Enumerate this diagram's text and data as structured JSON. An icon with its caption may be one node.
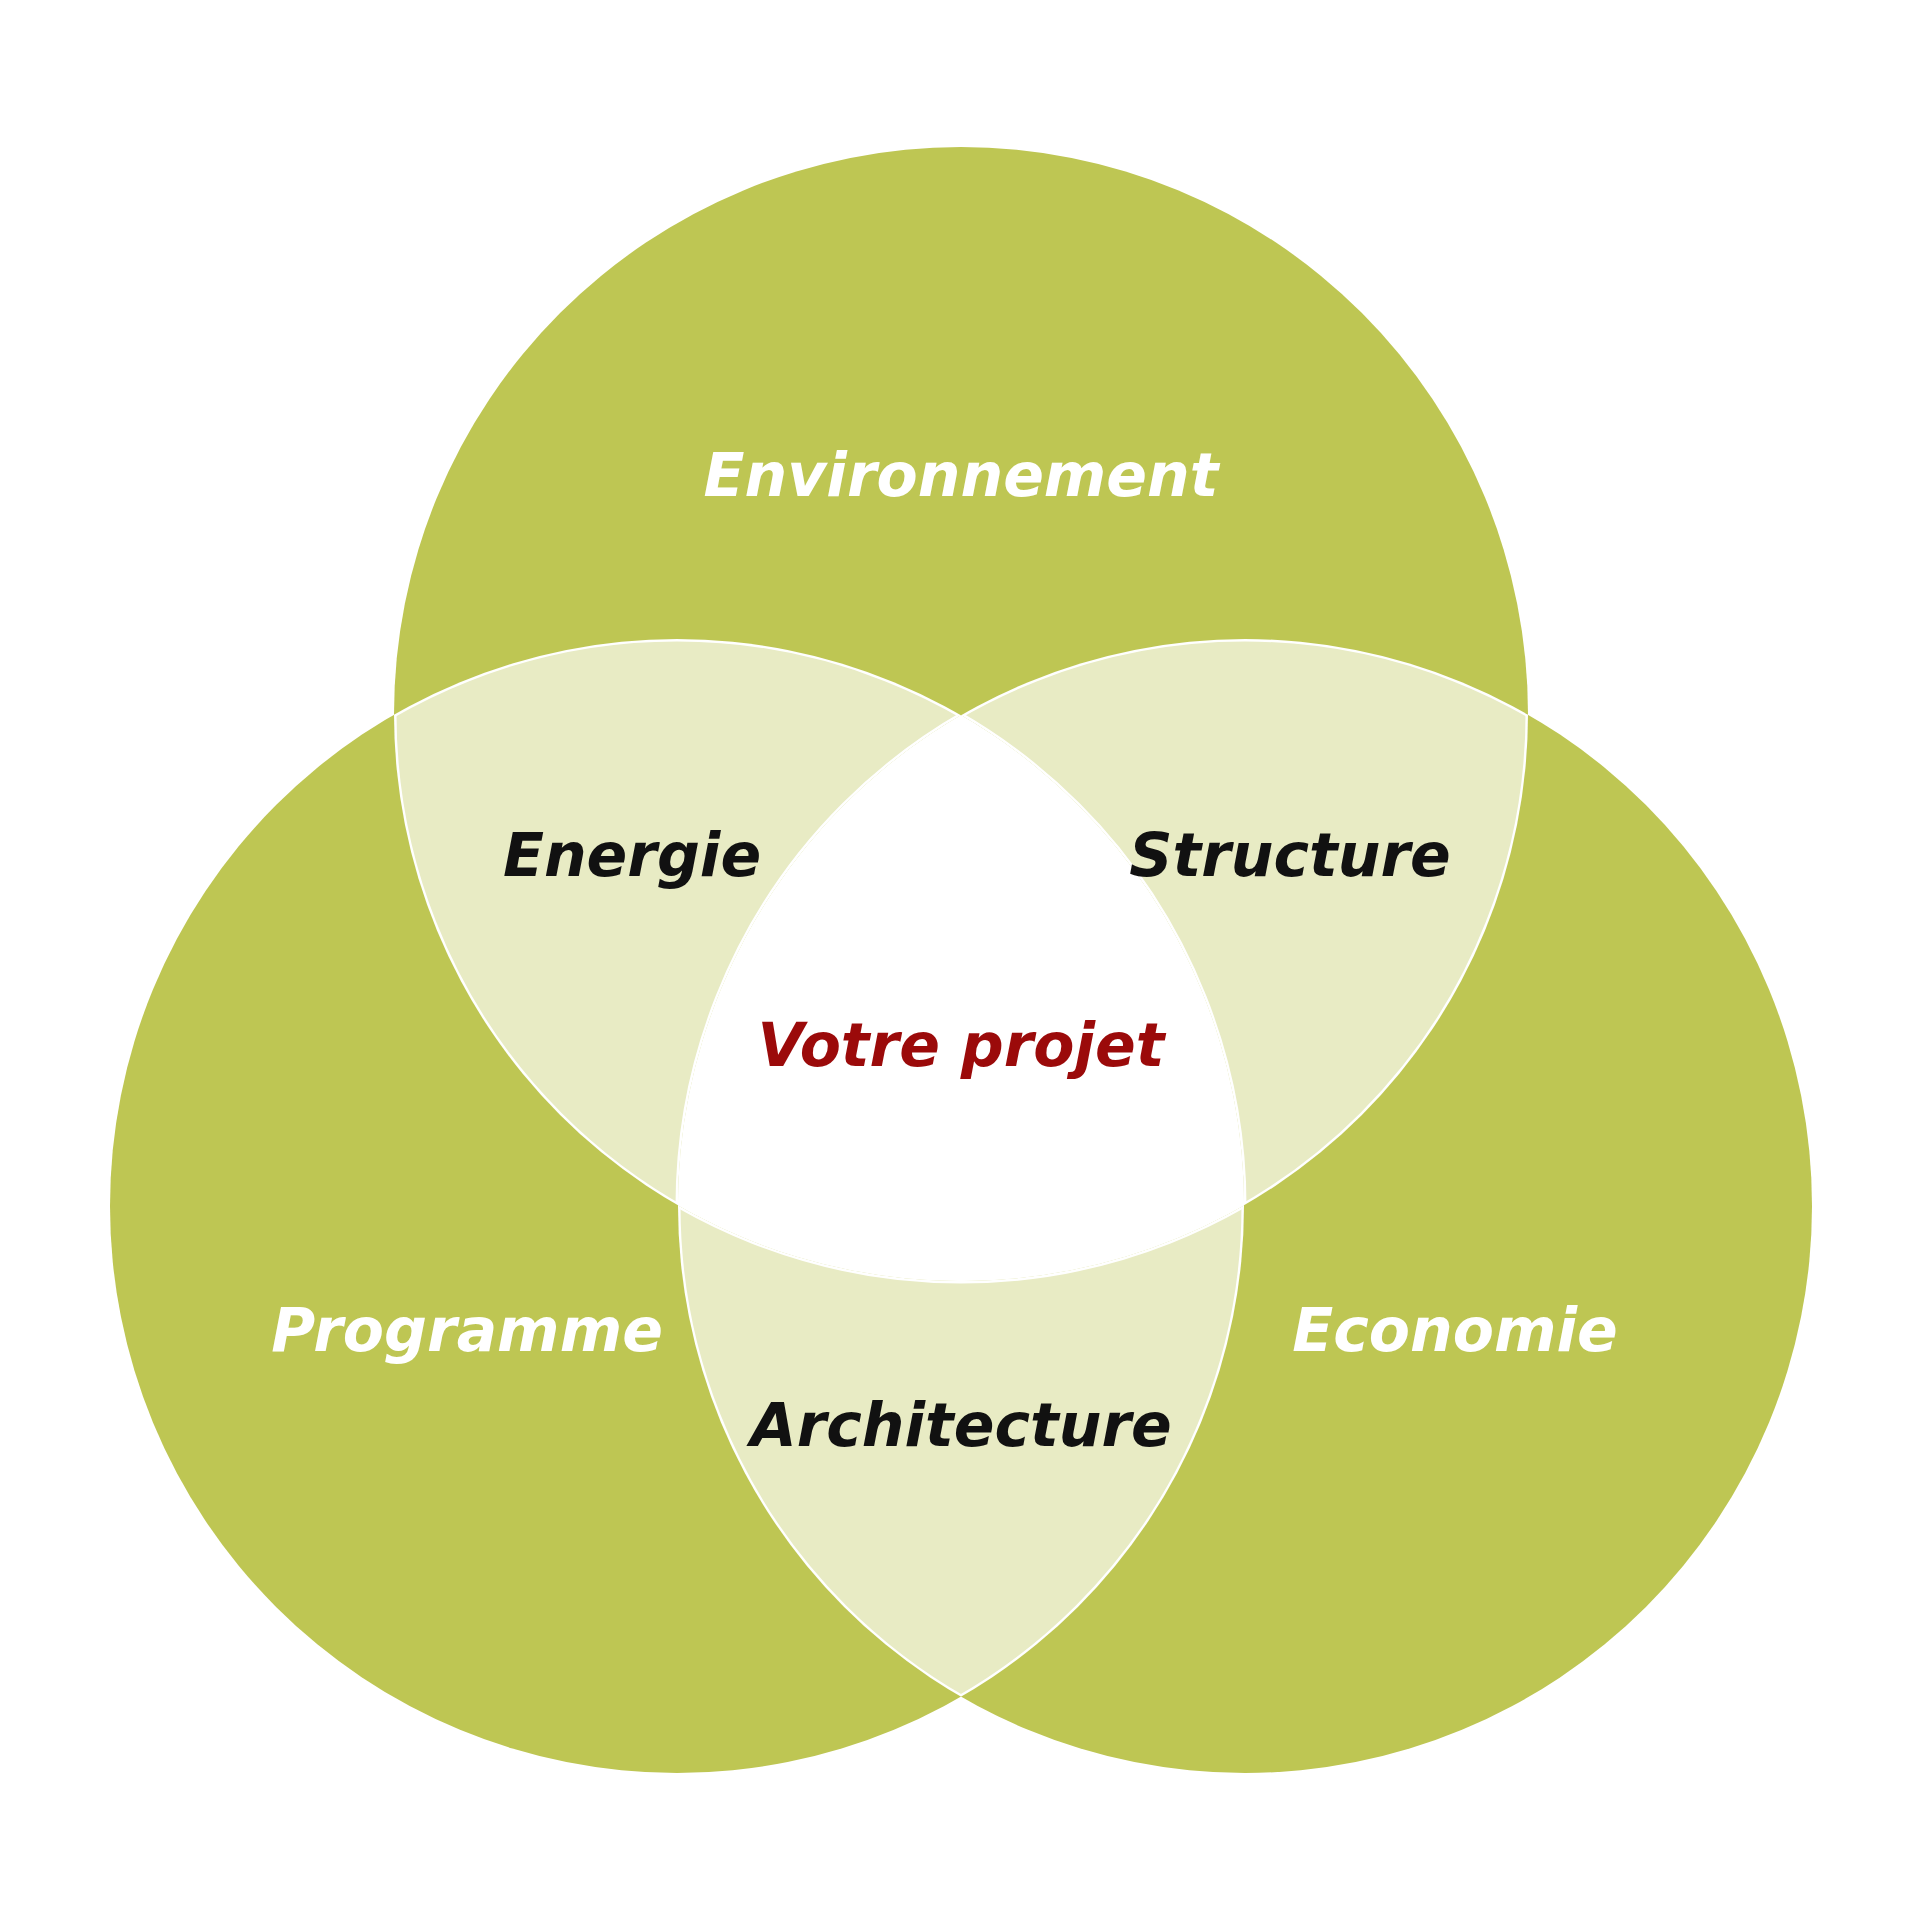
{
  "diagram": {
    "nodes": [
      {
        "text": [
          "Environnement"
        ]
      },
      {
        "text": [
          "Programme"
        ]
      },
      {
        "text": [
          "Economie"
        ]
      }
    ],
    "labels": [
      "Energie",
      "Structure",
      "Votre projet",
      "Architecture"
    ]
  }
}
